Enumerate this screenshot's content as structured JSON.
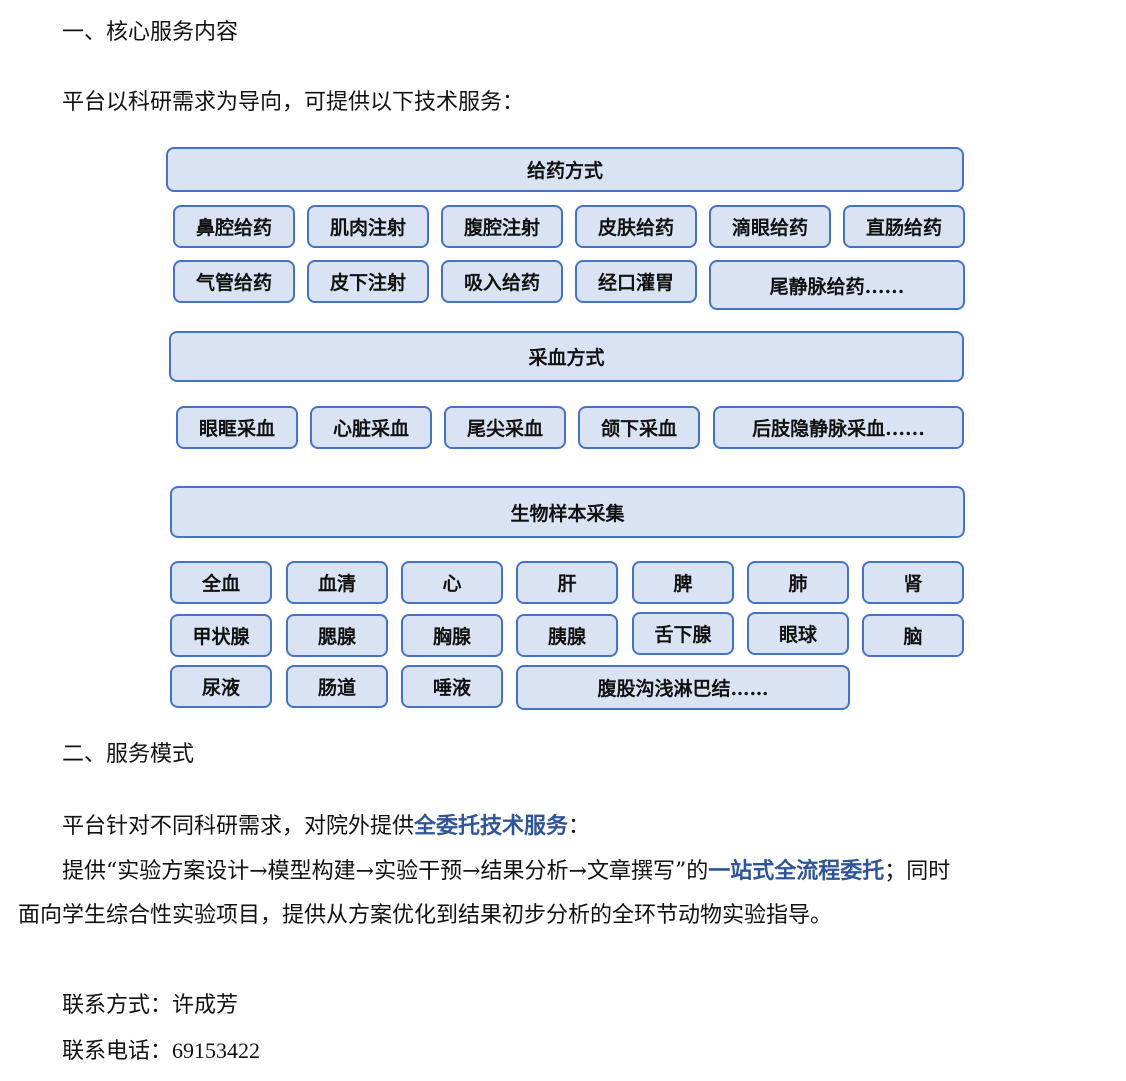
{
  "section1": {
    "heading": "一、核心服务内容",
    "intro": "平台以科研需求为导向，可提供以下技术服务："
  },
  "dosing": {
    "header": "给药方式",
    "row1": [
      "鼻腔给药",
      "肌肉注射",
      "腹腔注射",
      "皮肤给药",
      "滴眼给药",
      "直肠给药"
    ],
    "row2": [
      "气管给药",
      "皮下注射",
      "吸入给药",
      "经口灌胃",
      "尾静脉给药......"
    ]
  },
  "blood": {
    "header": "采血方式",
    "items": [
      "眼眶采血",
      "心脏采血",
      "尾尖采血",
      "颌下采血",
      "后肢隐静脉采血......"
    ]
  },
  "samples": {
    "header": "生物样本采集",
    "row1": [
      "全血",
      "血清",
      "心",
      "肝",
      "脾",
      "肺",
      "肾"
    ],
    "row2": [
      "甲状腺",
      "腮腺",
      "胸腺",
      "胰腺",
      "舌下腺",
      "眼球",
      "脑"
    ],
    "row3": [
      "尿液",
      "肠道",
      "唾液",
      "腹股沟浅淋巴结……"
    ]
  },
  "section2": {
    "heading": "二、服务模式",
    "p1_pre": "平台针对不同科研需求，对院外提供",
    "p1_highlight": "全委托技术服务",
    "p1_post": "：",
    "p2_pre": "提供“实验方案设计→模型构建→实验干预→结果分析→文章撰写”的",
    "p2_highlight": "一站式全流程委托",
    "p2_post": "；同时",
    "p3": "面向学生综合性实验项目，提供从方案优化到结果初步分析的全环节动物实验指导。"
  },
  "contact": {
    "method_label": "联系方式：",
    "method_value": "许成芳",
    "phone_label": "联系电话：",
    "phone_value": "69153422"
  },
  "colors": {
    "box_fill": "#dae3f3",
    "box_border": "#4472c4",
    "highlight": "#2f5597"
  }
}
